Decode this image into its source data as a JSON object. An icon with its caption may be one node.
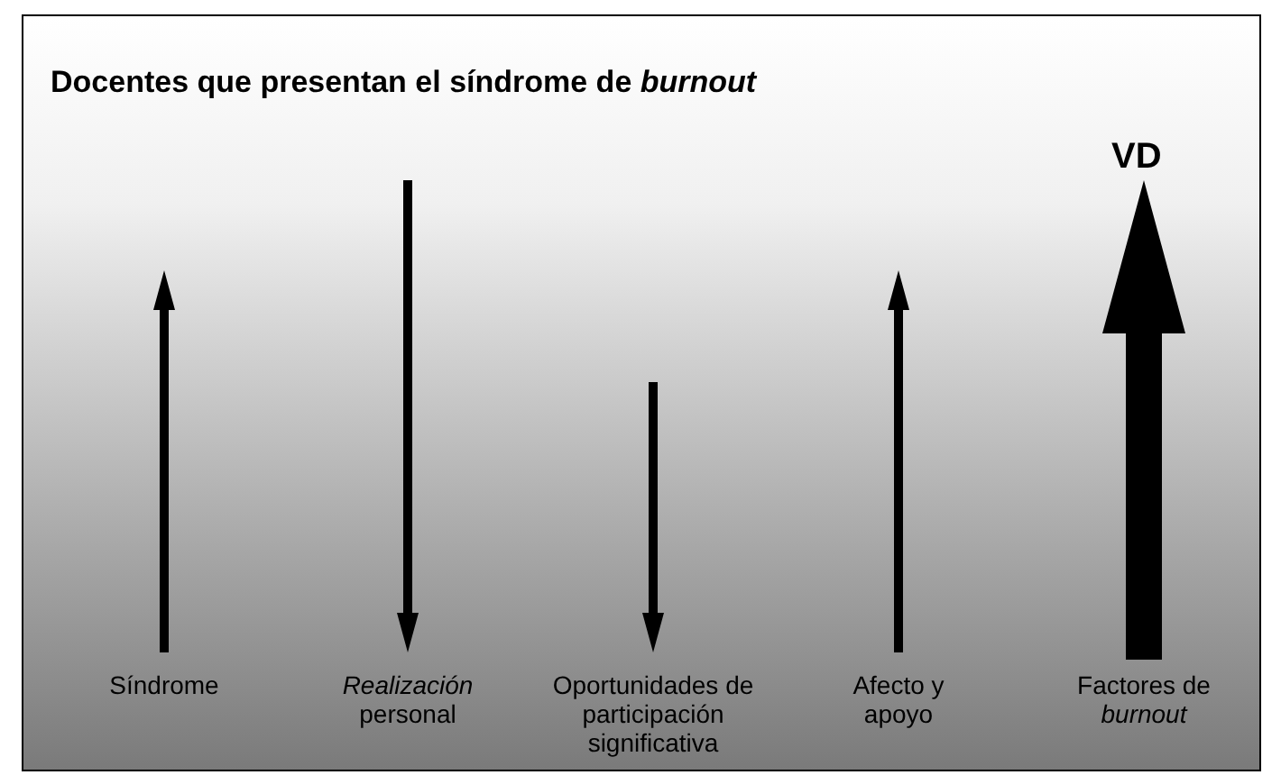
{
  "diagram": {
    "title": "Docentes que presentan el síndrome de *burnout*",
    "labels": [
      "VD",
      "Síndrome",
      "*Realización* personal",
      "Oportunidades de participación significativa",
      "Afecto y apoyo",
      "Factores de *burnout*"
    ]
  }
}
